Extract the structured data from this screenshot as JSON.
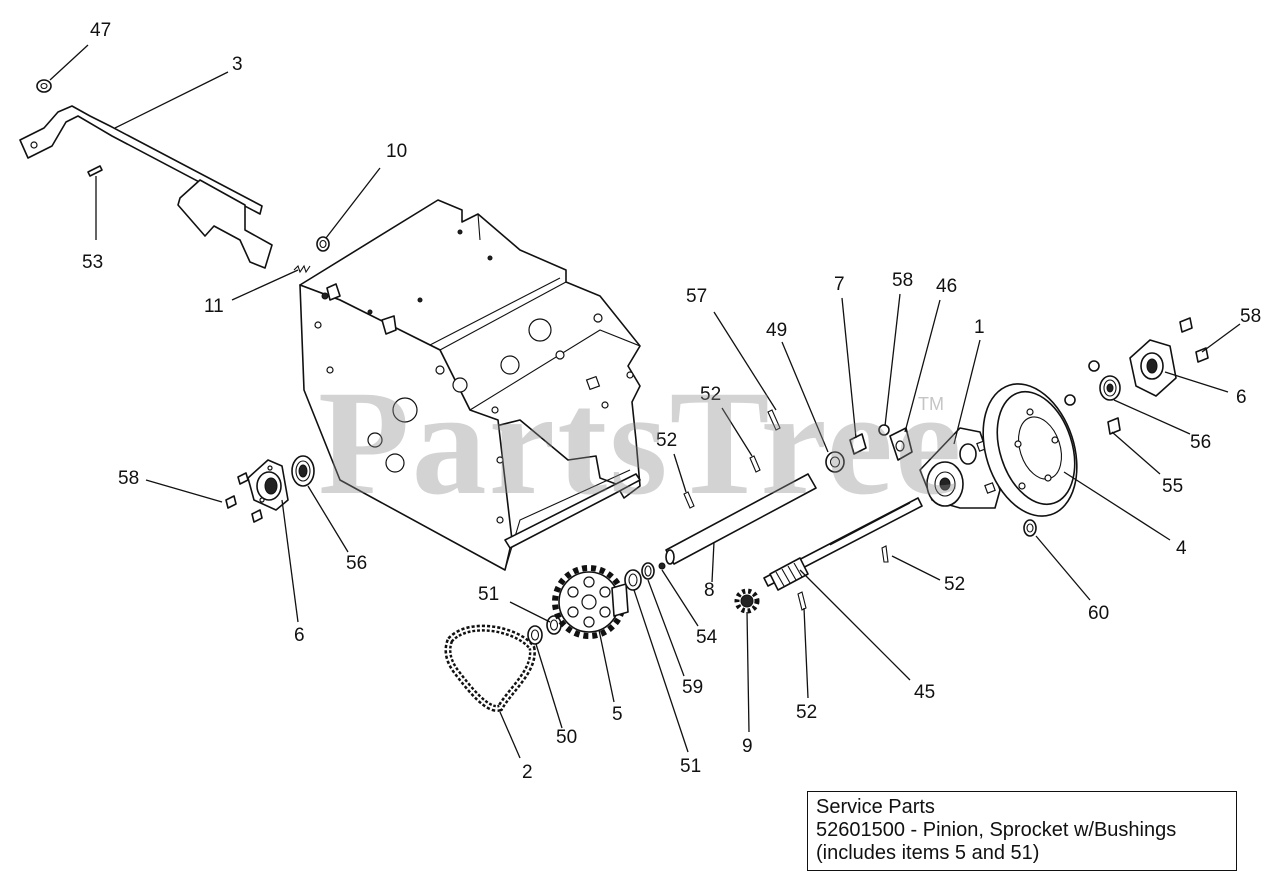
{
  "watermark": {
    "brand": "PartsTree",
    "trademark": "TM"
  },
  "service_box": {
    "title": "Service Parts",
    "line1": "52601500 - Pinion, Sprocket w/Bushings",
    "line2": "(includes items 5 and 51)"
  },
  "callouts": {
    "c47": "47",
    "c3": "3",
    "c10": "10",
    "c53": "53",
    "c11": "11",
    "c57": "57",
    "c7": "7",
    "c58a": "58",
    "c46": "46",
    "c49": "49",
    "c1": "1",
    "c58b": "58",
    "c6a": "6",
    "c52a": "52",
    "c52b": "52",
    "c56a": "56",
    "c55": "55",
    "c4": "4",
    "c58c": "58",
    "c56b": "56",
    "c6b": "6",
    "c51a": "51",
    "c8": "8",
    "c52c": "52",
    "c60": "60",
    "c54": "54",
    "c45": "45",
    "c59": "59",
    "c50": "50",
    "c5": "5",
    "c52d": "52",
    "c9": "9",
    "c2": "2",
    "c51b": "51"
  }
}
